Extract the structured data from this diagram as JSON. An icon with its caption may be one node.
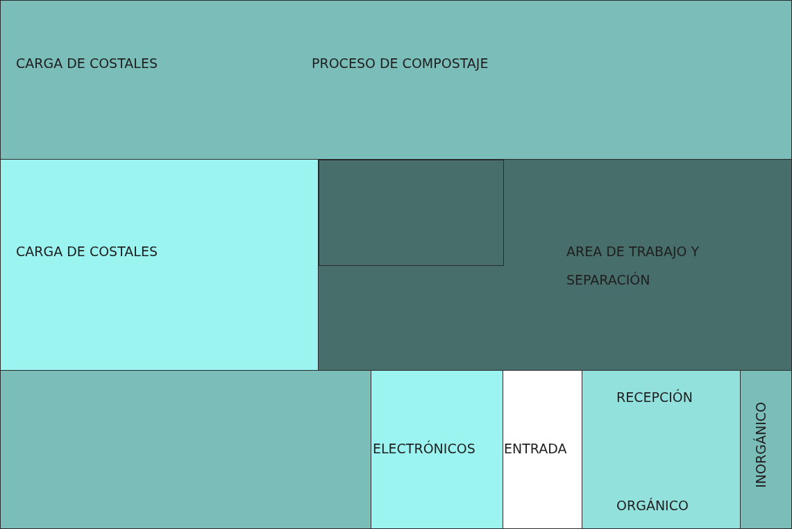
{
  "diagram": {
    "nodes": [
      {
        "text": [
          "CARGA DE COSTALES",
          "PROCESO DE COMPOSTAJE"
        ]
      },
      {
        "text": [
          "CARGA DE COSTALES"
        ]
      },
      {
        "text": [
          "AREA DE TRABAJO Y SEPARACIÓN"
        ]
      },
      {
        "text": [],
        "shape": "box",
        "in": 2
      },
      {
        "text": [],
        "shape": "box"
      },
      {
        "text": [
          "ELECTRÓNICOS"
        ]
      },
      {
        "text": [
          "ENTRADA"
        ]
      },
      {
        "text": [
          "RECEPCIÓN",
          "ORGÁNICO"
        ]
      },
      {
        "text": [
          "INORGÁNICO"
        ]
      }
    ],
    "edges": []
  }
}
